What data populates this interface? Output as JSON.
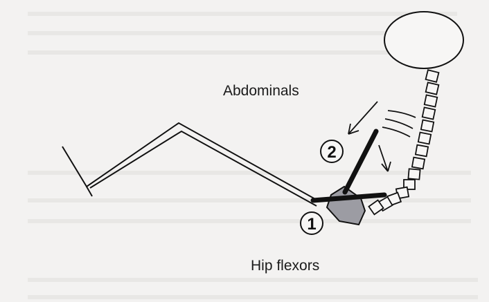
{
  "diagram": {
    "labels": {
      "abdominals": "Abdominals",
      "hip_flexors": "Hip flexors"
    },
    "markers": {
      "one": "1",
      "two": "2"
    },
    "colors": {
      "background": "#f3f2f1",
      "ink": "#111111",
      "pelvis_fill": "#9c9ca3"
    }
  }
}
